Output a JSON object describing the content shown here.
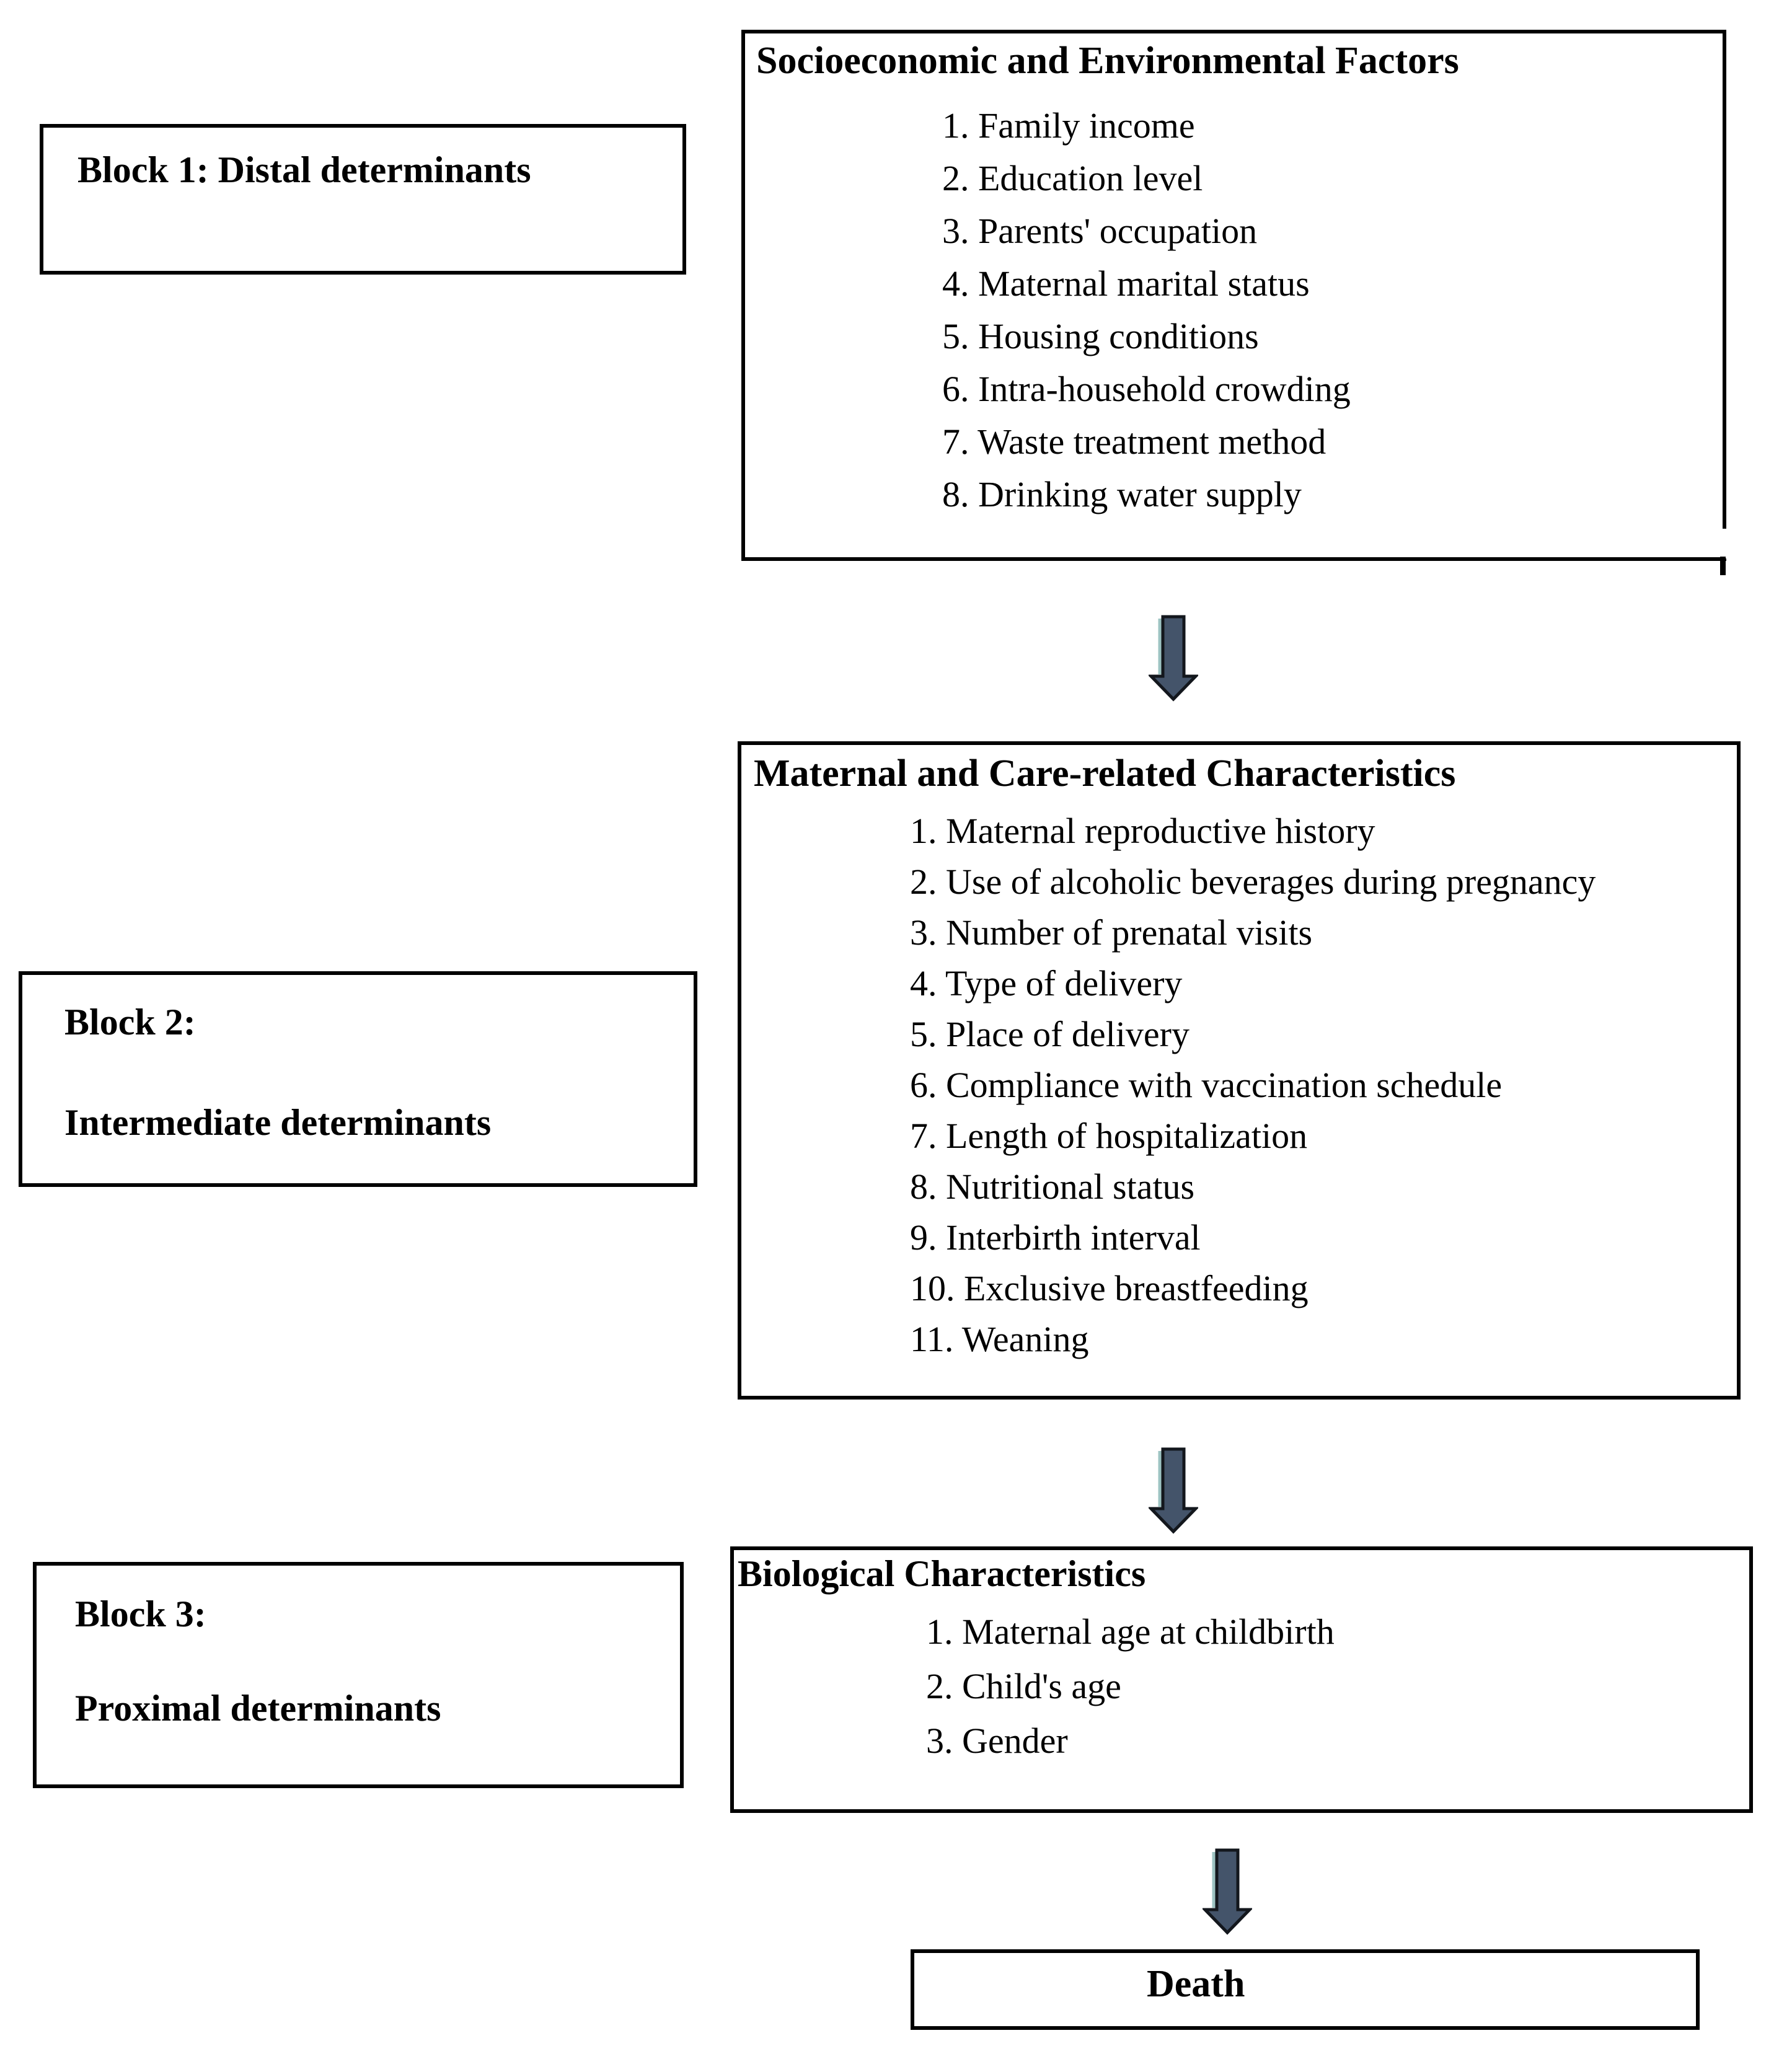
{
  "colors": {
    "background": "#ffffff",
    "border": "#000000",
    "text": "#000000",
    "arrow_fill": "#44546A",
    "arrow_stroke": "#13171d",
    "arrow_highlight": "#9ec4c3"
  },
  "blocks": {
    "block1": {
      "lines": [
        "Block 1: Distal determinants"
      ]
    },
    "block2": {
      "lines": [
        "Block 2:",
        "Intermediate determinants"
      ]
    },
    "block3": {
      "lines": [
        "Block 3:",
        "Proximal determinants"
      ]
    }
  },
  "boxes": {
    "socio": {
      "title": "Socioeconomic and Environmental Factors",
      "items": [
        "1. Family income",
        "2. Education level",
        "3. Parents' occupation",
        "4. Maternal marital status",
        "5. Housing conditions",
        "6. Intra-household crowding",
        "7. Waste treatment method",
        "8. Drinking water supply"
      ]
    },
    "maternal": {
      "title": "Maternal and Care-related Characteristics",
      "items": [
        "1. Maternal reproductive history",
        "2. Use of alcoholic beverages during pregnancy",
        "3. Number of prenatal visits",
        "4. Type of delivery",
        "5. Place of delivery",
        "6. Compliance with vaccination schedule",
        "7. Length of hospitalization",
        "8. Nutritional status",
        "9. Interbirth interval",
        "10. Exclusive breastfeeding",
        "11. Weaning"
      ]
    },
    "biological": {
      "title": "Biological Characteristics",
      "items": [
        "1. Maternal age at childbirth",
        "2. Child's age",
        "3. Gender"
      ]
    },
    "death": {
      "title": "Death"
    }
  }
}
